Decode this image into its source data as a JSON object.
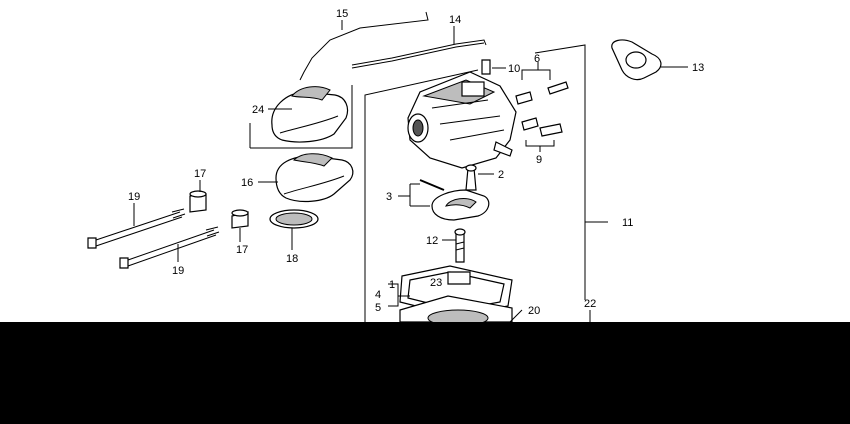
{
  "callouts": {
    "c1": "1",
    "c2": "2",
    "c3": "3",
    "c4": "4",
    "c5": "5",
    "c6": "6",
    "c9": "9",
    "c10": "10",
    "c11": "11",
    "c12": "12",
    "c13": "13",
    "c14": "14",
    "c15": "15",
    "c16": "16",
    "c17a": "17",
    "c17b": "17",
    "c18": "18",
    "c19a": "19",
    "c19b": "19",
    "c20": "20",
    "c22": "22",
    "c23": "23",
    "c24": "24"
  },
  "colors": {
    "line": "#000000",
    "background": "#ffffff",
    "blackout": "#000000",
    "shading": "#bdbdbd"
  }
}
